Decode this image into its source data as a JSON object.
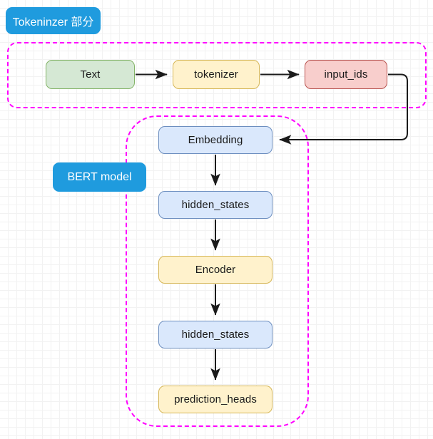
{
  "diagram": {
    "title_tags": [
      {
        "id": "tokenizer-section",
        "label": "Tokeninzer 部分"
      },
      {
        "id": "bert-model",
        "label": "BERT model"
      }
    ],
    "regions": [
      {
        "id": "tokenizer-region",
        "label": "Tokeninzer 部分",
        "border_color": "#ff00ff",
        "style": "dashed"
      },
      {
        "id": "bert-region",
        "label": "BERT model",
        "border_color": "#ff00ff",
        "style": "dashed"
      }
    ],
    "nodes": [
      {
        "id": "text",
        "label": "Text",
        "fill": "#d5e8d4",
        "stroke": "#82b366",
        "region": "tokenizer-region"
      },
      {
        "id": "tokenizer",
        "label": "tokenizer",
        "fill": "#fff2cc",
        "stroke": "#d6b656",
        "region": "tokenizer-region"
      },
      {
        "id": "input_ids",
        "label": "input_ids",
        "fill": "#f8cecc",
        "stroke": "#b85450",
        "region": "tokenizer-region"
      },
      {
        "id": "embedding",
        "label": "Embedding",
        "fill": "#dae8fc",
        "stroke": "#6c8ebf",
        "region": "bert-region"
      },
      {
        "id": "hidden_states_1",
        "label": "hidden_states",
        "fill": "#dae8fc",
        "stroke": "#6c8ebf",
        "region": "bert-region"
      },
      {
        "id": "encoder",
        "label": "Encoder",
        "fill": "#fff2cc",
        "stroke": "#d6b656",
        "region": "bert-region"
      },
      {
        "id": "hidden_states_2",
        "label": "hidden_states",
        "fill": "#dae8fc",
        "stroke": "#6c8ebf",
        "region": "bert-region"
      },
      {
        "id": "prediction_heads",
        "label": "prediction_heads",
        "fill": "#fff2cc",
        "stroke": "#d6b656",
        "region": "bert-region"
      }
    ],
    "edges": [
      {
        "from": "text",
        "to": "tokenizer",
        "style": "straight-right"
      },
      {
        "from": "tokenizer",
        "to": "input_ids",
        "style": "straight-right"
      },
      {
        "from": "input_ids",
        "to": "embedding",
        "style": "orthogonal-loop"
      },
      {
        "from": "embedding",
        "to": "hidden_states_1",
        "style": "straight-down"
      },
      {
        "from": "hidden_states_1",
        "to": "encoder",
        "style": "straight-down"
      },
      {
        "from": "encoder",
        "to": "hidden_states_2",
        "style": "straight-down"
      },
      {
        "from": "hidden_states_2",
        "to": "prediction_heads",
        "style": "straight-down"
      }
    ],
    "canvas": {
      "background": "#ffffff",
      "grid_minor": "#f2f2f2",
      "grid_major": "#dcdcdc",
      "edge_color": "#1a1a1a"
    }
  }
}
